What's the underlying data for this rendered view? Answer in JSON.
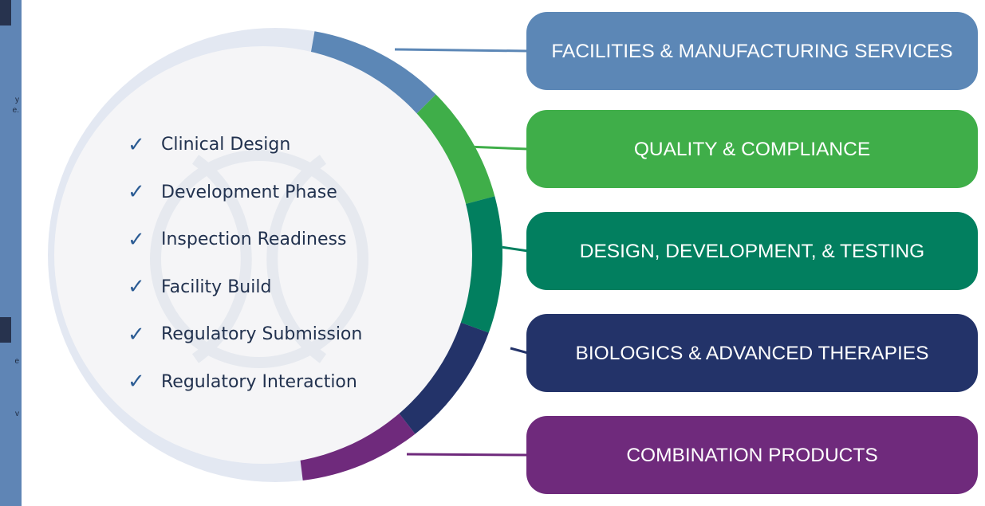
{
  "left_panel": {
    "text_fragments": [
      "y",
      "e.",
      "e",
      "v"
    ]
  },
  "checklist": [
    {
      "mark": "✓",
      "label": "Clinical Design"
    },
    {
      "mark": "✓",
      "label": "Development Phase"
    },
    {
      "mark": "✓",
      "label": "Inspection Readiness"
    },
    {
      "mark": "✓",
      "label": "Facility Build"
    },
    {
      "mark": "✓",
      "label": "Regulatory Submission"
    },
    {
      "mark": "✓",
      "label": "Regulatory Interaction"
    }
  ],
  "categories": [
    {
      "label": "FACILITIES & MANUFACTURING SERVICES",
      "color": "#5c87b6"
    },
    {
      "label": "QUALITY & COMPLIANCE",
      "color": "#3fae49"
    },
    {
      "label": "DESIGN, DEVELOPMENT, & TESTING",
      "color": "#027f5f"
    },
    {
      "label": "BIOLOGICS & ADVANCED THERAPIES",
      "color": "#233369"
    },
    {
      "label": "COMBINATION PRODUCTS",
      "color": "#6f2a7c"
    }
  ],
  "colors": {
    "ring_base": "#e3e8f2",
    "inner_circle": "#f5f5f7",
    "checkmark": "#2c5c94",
    "text_dark": "#22324f"
  }
}
